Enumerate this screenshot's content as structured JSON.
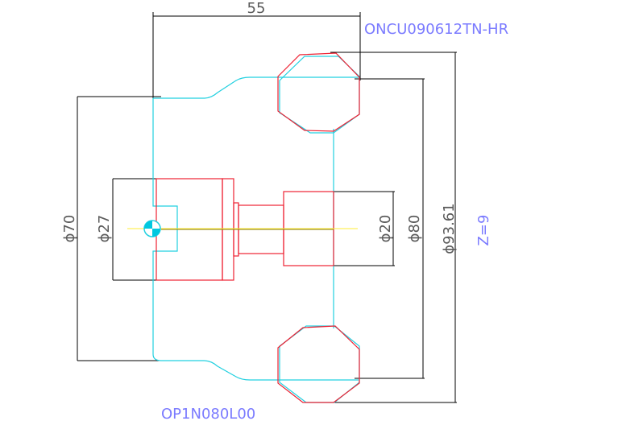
{
  "labels": {
    "width_dim": "55",
    "insert_code": "ONCU090612TN-HR",
    "tool_code": "OP1N080L00",
    "d70": "ϕ70",
    "d27": "ϕ27",
    "d20": "ϕ20",
    "d80": "ϕ80",
    "d93": "ϕ93.61",
    "teeth": "Z=9"
  },
  "colors": {
    "dimension": "#000000",
    "body_outline": "#22d0e0",
    "insert_outline": "#ee2233",
    "label_blue": "#7b7bff",
    "axis_line": "#ffee33"
  }
}
